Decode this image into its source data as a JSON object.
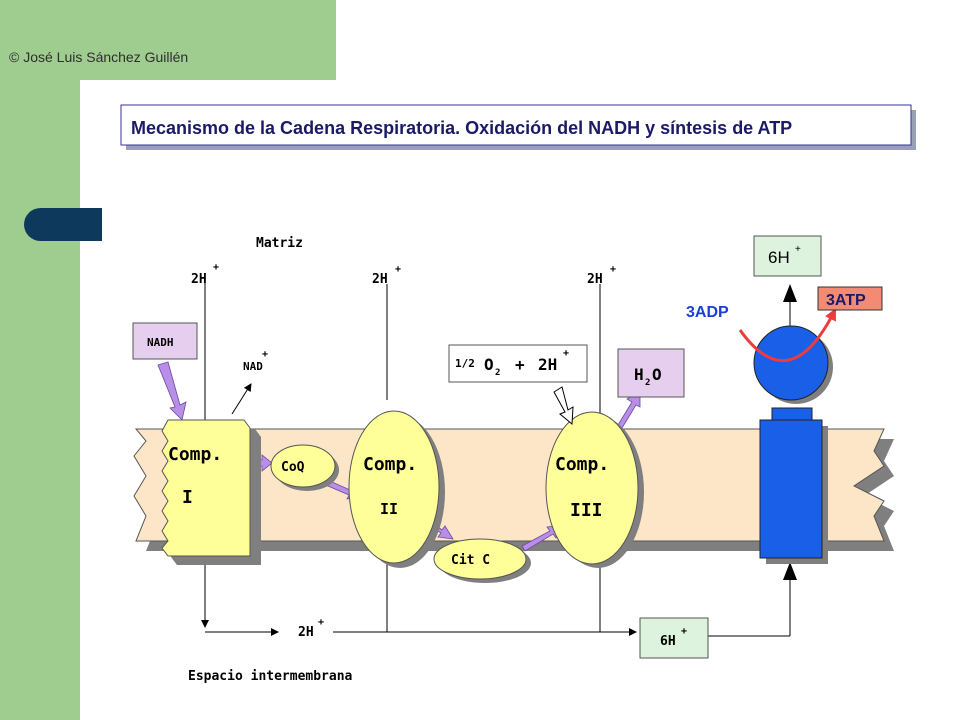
{
  "slide": {
    "copyright": "© José Luis Sánchez Guillén",
    "title": "Mecanismo de la Cadena Respiratoria. Oxidación del NADH y síntesis de ATP"
  },
  "labels": {
    "matriz": "Matriz",
    "espacio": "Espacio intermembrana",
    "h2_c1": "2H",
    "h2_c2": "2H",
    "h2_c3": "2H",
    "h2_bottom": "2H",
    "plus": "+",
    "nadh": "NADH",
    "nad": "NAD",
    "half": "1/2",
    "o2": "O",
    "o2_sub": "2",
    "plus_sign": "+",
    "h2o": "H",
    "h2o_sub": "2",
    "h2o_o": "O",
    "comp": "Comp.",
    "comp1_num": "I",
    "comp2_num": "II",
    "comp3_num": "III",
    "coq": "CoQ",
    "citc": "Cit C",
    "h6_top": "6H",
    "h6_bottom": "6H",
    "adp": "3ADP",
    "atp": "3ATP"
  },
  "colors": {
    "sidebar_green": "#9fcc8f",
    "membrane": "#fde6c7",
    "complex_fill": "#ffff99",
    "arrow_purple": "#b98ee8",
    "nadh_box": "#e6cfee",
    "h2o_box": "#e6cfee",
    "atp_box": "#f28a74",
    "six_h_box": "#ddf3dd",
    "synthase_blue": "#1a5fe8",
    "adp_blue": "#1a3fd8",
    "curve_red": "#ee3b3b",
    "title_box_border": "#333399"
  },
  "icons": [
    "tab-marker-shape"
  ]
}
